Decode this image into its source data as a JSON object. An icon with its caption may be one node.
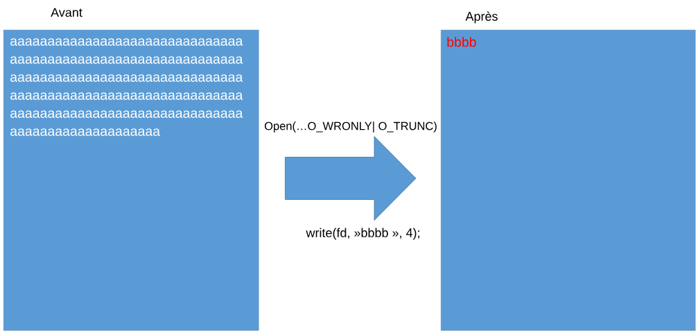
{
  "diagram": {
    "nodes": [
      {
        "text": [
          "Avant",
          "aaaaaaaaaaaaaaaaaaaaaaaaaaaaaaa aaaaaaaaaaaaaaaaaaaaaaaaaaaaaaa aaaaaaaaaaaaaaaaaaaaaaaaaaaaaaa aaaaaaaaaaaaaaaaaaaaaaaaaaaaaaa aaaaaaaaaaaaaaaaaaaaaaaaaaaaaaa aaaaaaaaaaaaaaaaaaaa"
        ]
      },
      {
        "text": [
          "Après",
          "bbbb"
        ]
      }
    ],
    "edges": [
      {
        "from": 0,
        "to": 1,
        "arrow": "to",
        "label": "Open(…O_WRONLY| O_TRUNC)"
      }
    ],
    "labels": [
      "write(fd, »bbbb », 4);"
    ]
  }
}
